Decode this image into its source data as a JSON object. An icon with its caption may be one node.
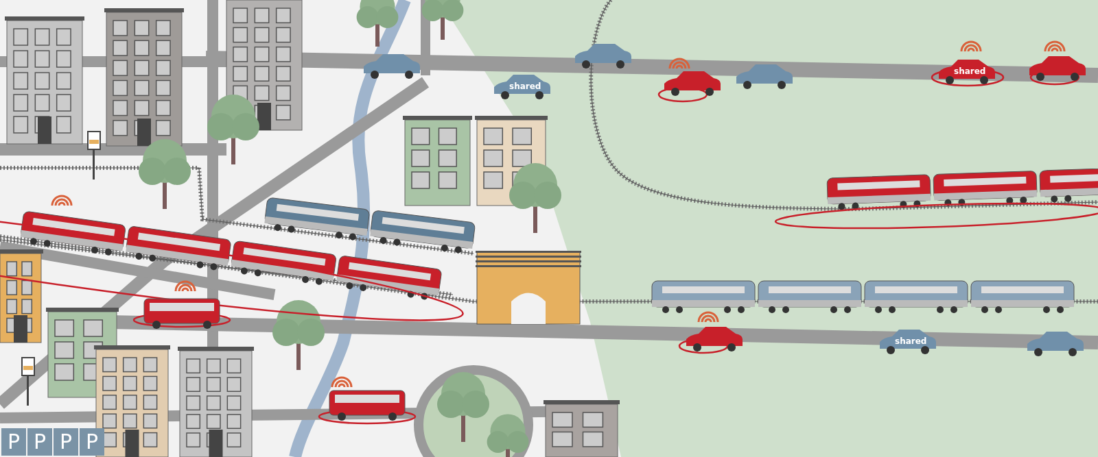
{
  "diagram": {
    "labels": [
      "shared",
      "shared",
      "shared",
      "P",
      "P",
      "P",
      "P"
    ]
  }
}
